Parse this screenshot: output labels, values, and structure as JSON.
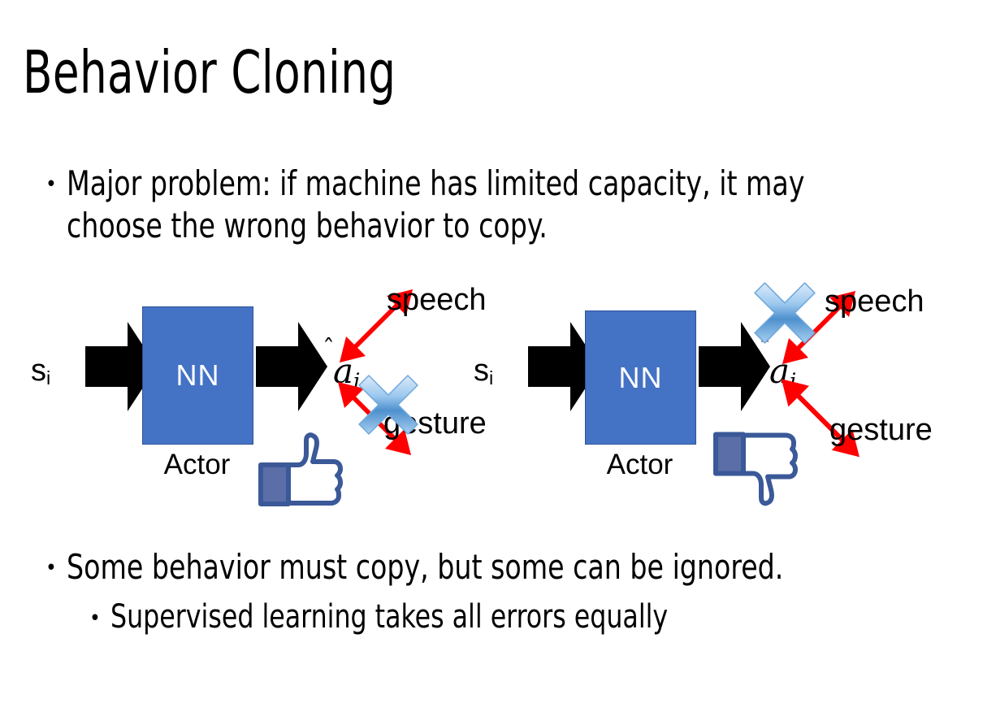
{
  "slide": {
    "title": "Behavior Cloning",
    "background_color": "#FFFFFF"
  },
  "bullets": {
    "top": {
      "marker": "•",
      "text": "Major problem: if machine has limited capacity, it may choose the wrong behavior to copy."
    },
    "bottom_1": {
      "marker": "•",
      "text": "Some behavior must copy, but some can be ignored."
    },
    "bottom_2": {
      "marker": "•",
      "text": "Supervised learning takes all errors equally"
    }
  },
  "colors": {
    "nn_fill": "#4472C4",
    "nn_border": "#2E5398",
    "nn_text": "#FFFFFF",
    "block_arrow": "#000000",
    "red_arrow": "#FF0000",
    "cross_light": "#CFE3F7",
    "cross_mid": "#7FB2E5",
    "cross_dark": "#2E74B5",
    "thumb_outline": "#3B5998",
    "thumb_fill": "#FFFFFF",
    "thumb_cuff": "#5B6EA8",
    "text": "#000000"
  },
  "diagrams": [
    {
      "id": "left",
      "input_label": "s",
      "input_subscript": "i",
      "nn_label": "NN",
      "nn_caption": "Actor",
      "output_label": "a",
      "output_subscript": "i",
      "output_hat": true,
      "branches": [
        {
          "name": "speech",
          "label": "speech",
          "crossed": false
        },
        {
          "name": "gesture",
          "label": "gesture",
          "crossed": true
        }
      ],
      "feedback_icon": "thumbs-up",
      "feedback_value": "positive"
    },
    {
      "id": "right",
      "input_label": "s",
      "input_subscript": "i",
      "nn_label": "NN",
      "nn_caption": "Actor",
      "output_label": "a",
      "output_subscript": "i",
      "output_hat": true,
      "branches": [
        {
          "name": "speech",
          "label": "speech",
          "crossed": true
        },
        {
          "name": "gesture",
          "label": "gesture",
          "crossed": false
        }
      ],
      "feedback_icon": "thumbs-down",
      "feedback_value": "negative"
    }
  ]
}
